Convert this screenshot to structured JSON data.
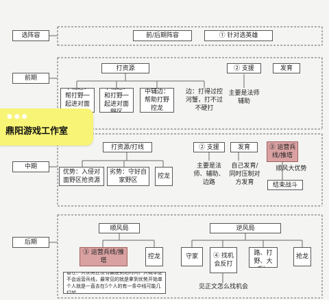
{
  "phases": {
    "draft": "选阵容",
    "early": "前期",
    "mid": "中期",
    "late": "后期"
  },
  "draft_row": {
    "pick_order": "前/后期阵容",
    "counter": "① 针对选英雄"
  },
  "early": {
    "farm": "打资源",
    "support": "② 支援",
    "grow": "发育",
    "farm_items": [
      "中辅边：帮打野一起进对面野区",
      "中辅边：和打野一起进对面野区",
      "中辅边：帮助打野控龙",
      "边：打得过控河蟹，打不过不硬打"
    ],
    "support_detail": "主要是法师辅助"
  },
  "mid": {
    "farm_fight": "打资源/打线",
    "support": "② 支援",
    "grow": "发育",
    "lane_push": "③ 运营兵线/推塔",
    "farm_items": [
      "优势：入侵对面野区抢资源",
      "劣势：守好自家野区",
      "控龙"
    ],
    "support_detail": "主要是法师、辅助、边路",
    "grow_detail": "自己发育/同时压制对方发育",
    "big_lead": "顺风大优势",
    "end_game": "结束战斗"
  },
  "late": {
    "ahead": "顺风局",
    "behind": "逆风局",
    "ahead_items": [
      "③ 运营兵线/推塔",
      "控龙"
    ],
    "behind_items": [
      "守家",
      "④ 找机会反打",
      "带线（边路、打野、大乔）",
      "抢龙"
    ],
    "note": "备注：大优势还没有赢胜到达时间，大概率是不会运营兵线，最常见的就是拿到优势开始单个人就是一直去在5个人的有一条中线可能几打架",
    "find_chance": "见正文怎么找机会"
  },
  "watermark": {
    "dots": "●●●",
    "text": "鼎阳游戏工作室"
  }
}
